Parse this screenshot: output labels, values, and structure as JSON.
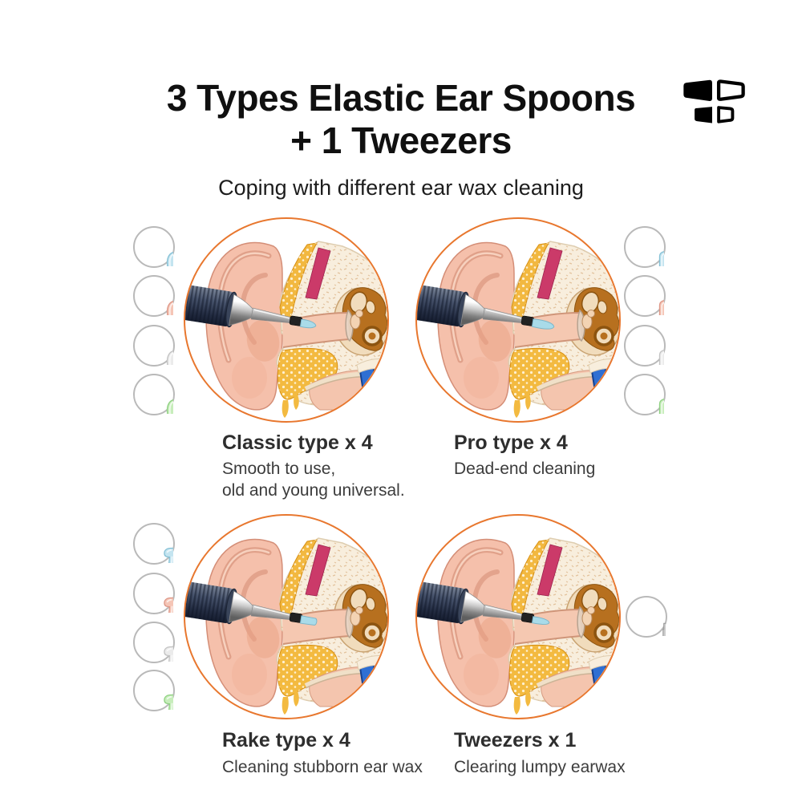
{
  "header": {
    "title_line1": "3 Types Elastic Ear Spoons",
    "title_line2": "+ 1 Tweezers",
    "subtitle": "Coping with different ear wax cleaning",
    "logo": "brand-logo"
  },
  "colors": {
    "diagram_circle_border": "#e8772e",
    "icon_circle_border": "#b9b9b9",
    "tip_blue": "#c3e4f0",
    "tip_pink": "#f5c5b6",
    "tip_white": "#ebebeb",
    "tip_green": "#c7edbb",
    "tip_gray": "#cccccc",
    "title_text": "#101010"
  },
  "panels": [
    {
      "id": "classic",
      "title": "Classic type x 4",
      "description_lines": [
        "Smooth to use,",
        "old and young universal."
      ],
      "tip_shape": "classic",
      "tip_count": 4,
      "tip_colors": [
        "blue",
        "pink",
        "white",
        "green"
      ],
      "icons_side": "left",
      "illustration": "ear cross-section with ear cleaner"
    },
    {
      "id": "pro",
      "title": "Pro type x 4",
      "description_lines": [
        "Dead-end cleaning"
      ],
      "tip_shape": "pro",
      "tip_count": 4,
      "tip_colors": [
        "blue",
        "pink",
        "white",
        "green"
      ],
      "icons_side": "right",
      "illustration": "ear cross-section with ear cleaner"
    },
    {
      "id": "rake",
      "title": "Rake type x 4",
      "description_lines": [
        "Cleaning stubborn ear wax"
      ],
      "tip_shape": "rake",
      "tip_count": 4,
      "tip_colors": [
        "blue",
        "pink",
        "white",
        "green"
      ],
      "icons_side": "left",
      "illustration": "ear cross-section with ear cleaner"
    },
    {
      "id": "tweezers",
      "title": "Tweezers x 1",
      "description_lines": [
        "Clearing lumpy earwax"
      ],
      "tip_shape": "tweezers",
      "tip_count": 1,
      "tip_colors": [
        "gray"
      ],
      "icons_side": "right",
      "illustration": "ear cross-section with ear cleaner"
    }
  ]
}
